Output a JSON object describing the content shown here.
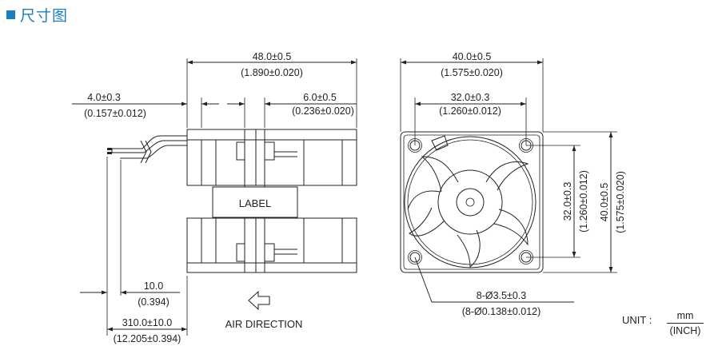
{
  "header": {
    "title": "尺寸图",
    "accent": "#1a7fc4"
  },
  "side_view": {
    "overall": {
      "mm": "48.0±0.5",
      "inch": "(1.890±0.020)"
    },
    "left_offset": {
      "mm": "4.0±0.3",
      "inch": "(0.157±0.012)"
    },
    "right_offset": {
      "mm": "6.0±0.5",
      "inch": "(0.236±0.020)"
    },
    "strip": {
      "mm": "10.0",
      "inch": "(0.394)"
    },
    "lead_length": {
      "mm": "310.0±10.0",
      "inch": "(12.205±0.394)"
    },
    "label_text": "LABEL",
    "air_direction": "AIR DIRECTION"
  },
  "front_view": {
    "width": {
      "mm": "40.0±0.5",
      "inch": "(1.575±0.020)"
    },
    "hole_spacing_h": {
      "mm": "32.0±0.3",
      "inch": "(1.260±0.012)"
    },
    "hole_spacing_v": {
      "mm": "32.0±0.3",
      "inch": "(1.260±0.012)"
    },
    "height": {
      "mm": "40.0±0.5",
      "inch": "(1.575±0.020)"
    },
    "holes": {
      "mm": "8-Ø3.5±0.3",
      "inch": "(8-Ø0.138±0.012)"
    }
  },
  "unit": {
    "label": "UNIT :",
    "top": "mm",
    "bottom": "(INCH)"
  }
}
